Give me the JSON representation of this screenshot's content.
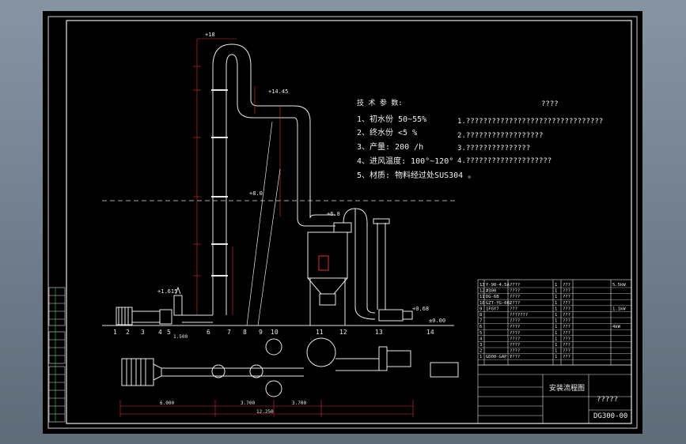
{
  "tech": {
    "heading": "技 术 参 数:",
    "items": [
      "1、初水份 50~55%",
      "2、终水份 <5 %",
      "3、产量: 200 /h",
      "4、进风温度: 100°~120°",
      "5、材质: 物料经过处SUS304 。"
    ],
    "notes_title": "????",
    "notes": [
      "1.????????????????????????????????",
      "2.??????????????????",
      "3.???????????????",
      "4.????????????????????"
    ]
  },
  "elevations": [
    "+18",
    "+14.45",
    "+8.0",
    "+6.8",
    "+1.615",
    "+0.68",
    "±0.00"
  ],
  "dimensions": [
    "6.000",
    "3.700",
    "3.700",
    "12.250",
    "1.500"
  ],
  "callouts": [
    "1",
    "2",
    "3",
    "4",
    "5",
    "6",
    "7",
    "8",
    "9",
    "10",
    "11",
    "12",
    "13",
    "14"
  ],
  "title_block": {
    "drawing_title": "安装流程图",
    "company": "?????",
    "drawing_no": "DG300-00",
    "parts_rows": [
      [
        "13",
        "Y-90-4.5A",
        "????",
        "1",
        "???",
        "",
        "5.5kW"
      ],
      [
        "12",
        "#300",
        "????",
        "1",
        "???",
        "",
        ""
      ],
      [
        "11",
        "DG-6B",
        "????",
        "1",
        "???",
        "",
        ""
      ],
      [
        "10",
        "GZT-YG-002",
        "????",
        "1",
        "???",
        "",
        ""
      ],
      [
        "9",
        "1FGY7",
        "???",
        "1",
        "???",
        "",
        "1.1kW"
      ],
      [
        "8",
        "",
        "???????",
        "1",
        "???",
        "",
        ""
      ],
      [
        "7",
        "",
        "????",
        "1",
        "???",
        "",
        ""
      ],
      [
        "6",
        "",
        "????",
        "1",
        "???",
        "",
        "4kW"
      ],
      [
        "5",
        "",
        "????",
        "1",
        "???",
        "",
        ""
      ],
      [
        "4",
        "",
        "????",
        "1",
        "???",
        "",
        ""
      ],
      [
        "3",
        "",
        "????",
        "1",
        "???",
        "",
        ""
      ],
      [
        "2",
        "",
        "????",
        "1",
        "???",
        "",
        ""
      ],
      [
        "1",
        "GD00-GAP ?",
        "????",
        "1",
        "???",
        "",
        ""
      ]
    ],
    "header_row": [
      "?",
      "?",
      "?",
      "?",
      "?",
      "?",
      "?",
      "?",
      "?",
      "?"
    ]
  }
}
